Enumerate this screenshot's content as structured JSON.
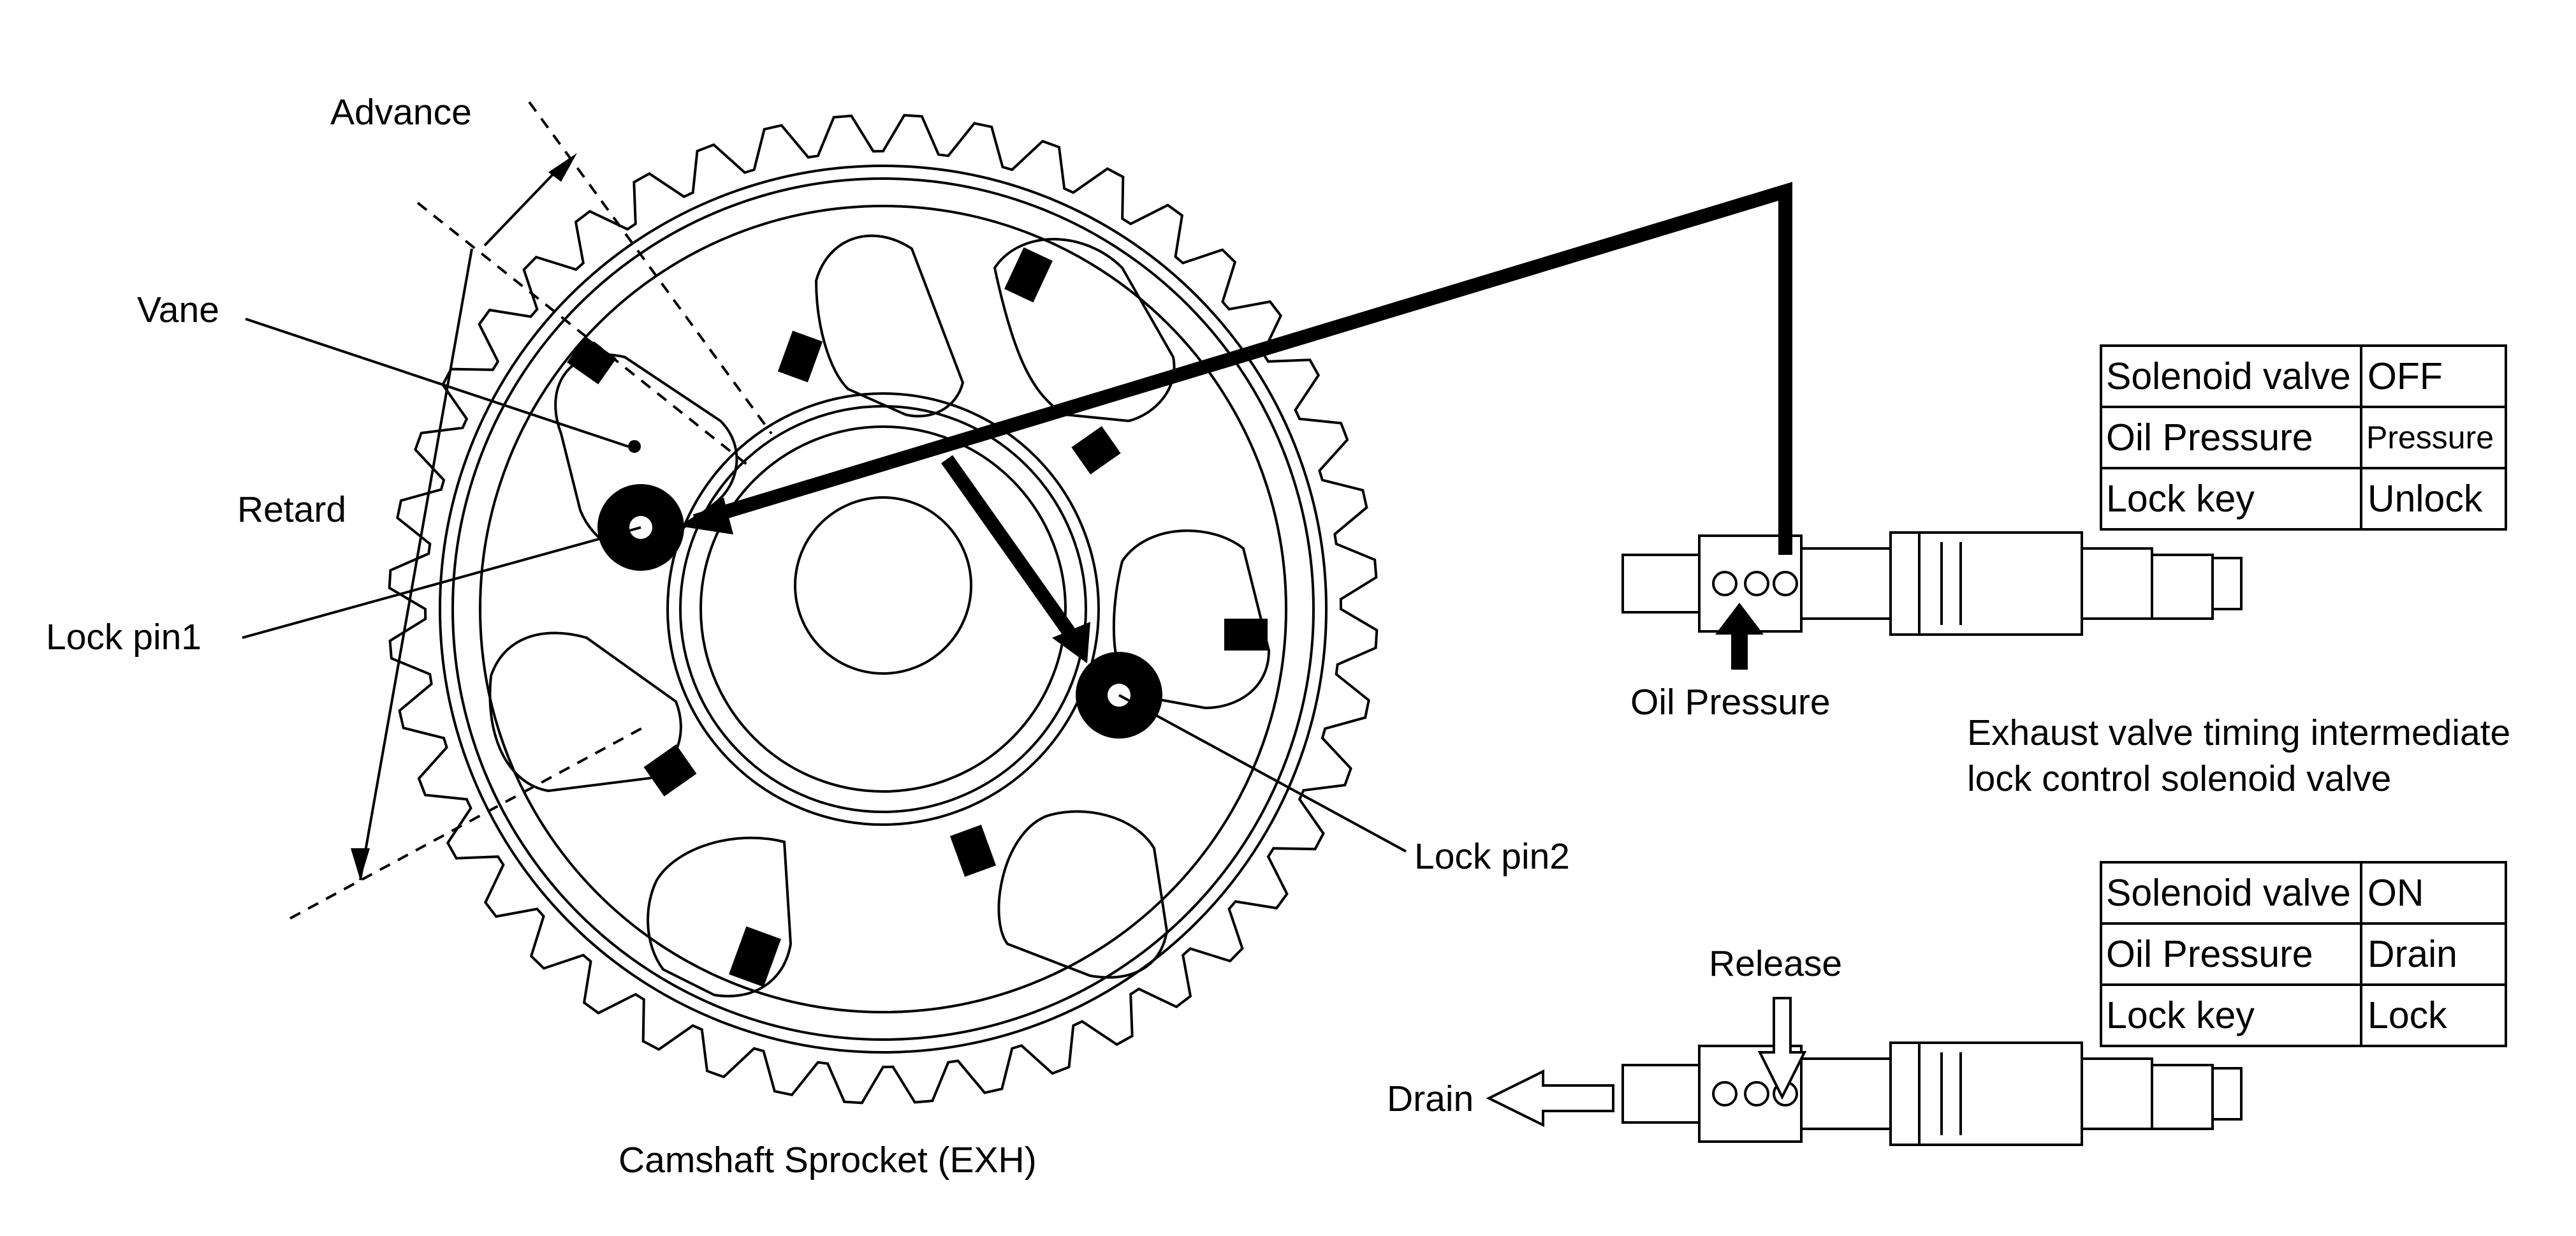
{
  "labels": {
    "advance": "Advance",
    "vane": "Vane",
    "retard": "Retard",
    "lock_pin1": "Lock pin1",
    "lock_pin2": "Lock pin2",
    "oil_pressure": "Oil Pressure",
    "release": "Release",
    "drain": "Drain",
    "sprocket": "Camshaft Sprocket (EXH)",
    "valve_line1": "Exhaust valve timing intermediate",
    "valve_line2": "lock control solenoid valve"
  },
  "table_off": {
    "rows": [
      {
        "key": "Solenoid valve",
        "value": "OFF"
      },
      {
        "key": "Oil Pressure",
        "value": "Pressure"
      },
      {
        "key": "Lock key",
        "value": "Unlock"
      }
    ]
  },
  "table_on": {
    "rows": [
      {
        "key": "Solenoid valve",
        "value": "ON"
      },
      {
        "key": "Oil Pressure",
        "value": "Drain"
      },
      {
        "key": "Lock key",
        "value": "Lock"
      }
    ]
  },
  "colors": {
    "line": "#000000",
    "background": "#ffffff"
  }
}
